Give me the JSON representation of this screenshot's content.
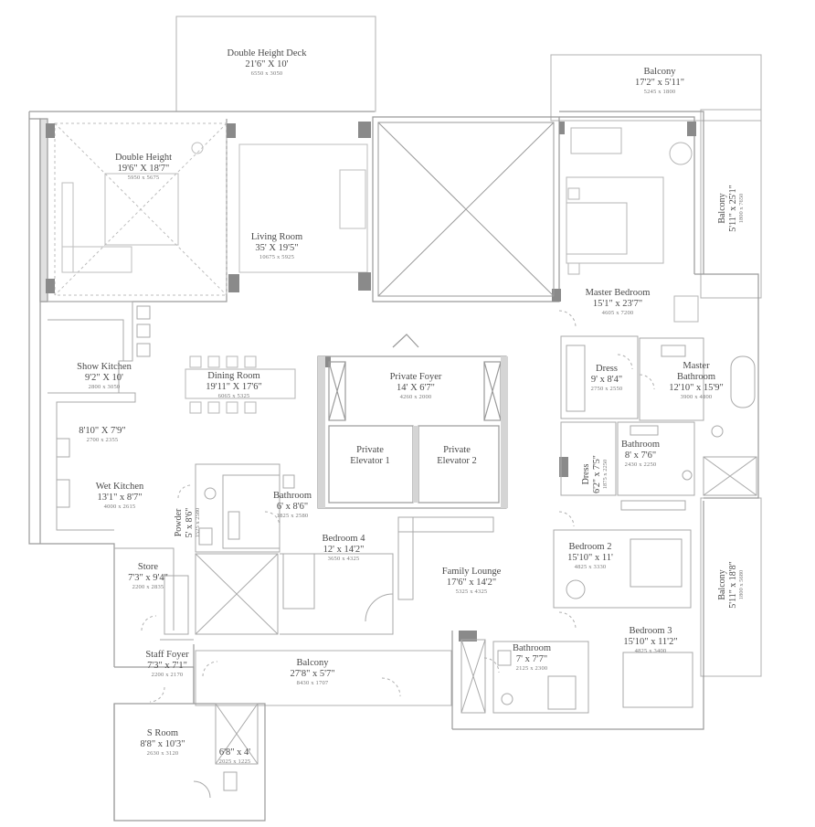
{
  "rooms": {
    "double_height_deck": {
      "name": "Double Height Deck",
      "dim": "21'6\" X 10'",
      "mm": "6550 x 3050"
    },
    "balcony_top": {
      "name": "Balcony",
      "dim": "17'2\" x 5'11\"",
      "mm": "5245 x 1800"
    },
    "double_height": {
      "name": "Double Height",
      "dim": "19'6\" X 18'7\"",
      "mm": "5950 x 5675"
    },
    "living_room": {
      "name": "Living Room",
      "dim": "35' X 19'5\"",
      "mm": "10675 x 5925"
    },
    "balcony_right_top": {
      "name": "Balcony",
      "dim": "5'11\" x 25'1\"",
      "mm": "1800 x 7650"
    },
    "master_bedroom": {
      "name": "Master Bedroom",
      "dim": "15'1\" x 23'7\"",
      "mm": "4605 x 7200"
    },
    "show_kitchen": {
      "name": "Show Kitchen",
      "dim": "9'2\" X 10'",
      "mm": "2800 x 3050"
    },
    "dining_room": {
      "name": "Dining Room",
      "dim": "19'11\" X 17'6\"",
      "mm": "6065 x 5325"
    },
    "private_foyer": {
      "name": "Private Foyer",
      "dim": "14' X 6'7\"",
      "mm": "4260 x 2000"
    },
    "dress_master": {
      "name": "Dress",
      "dim": "9' x 8'4\"",
      "mm": "2750 x 2550"
    },
    "master_bathroom": {
      "name": "Master Bathroom",
      "dim": "12'10\" x 15'9\"",
      "mm": "3900 x 4800"
    },
    "utility": {
      "name": "",
      "dim": "8'10\" X 7'9\"",
      "mm": "2700 x 2355"
    },
    "private_elevator_1": {
      "name": "Private Elevator 1"
    },
    "private_elevator_2": {
      "name": "Private Elevator 2"
    },
    "dress_2": {
      "name": "Dress",
      "dim": "6'2\" x 7'5\"",
      "mm": "1875 x 2250"
    },
    "bathroom_2": {
      "name": "Bathroom",
      "dim": "8' x 7'6\"",
      "mm": "2430 x 2250"
    },
    "wet_kitchen": {
      "name": "Wet Kitchen",
      "dim": "13'1\" x 8'7\"",
      "mm": "4000 x 2615"
    },
    "powder": {
      "name": "Powder",
      "dim": "5' x 8'6\"",
      "mm": "1525 x 2580"
    },
    "bathroom_4": {
      "name": "Bathroom",
      "dim": "6' x 8'6\"",
      "mm": "1825 x 2580"
    },
    "bedroom_4": {
      "name": "Bedroom 4",
      "dim": "12' x 14'2\"",
      "mm": "3650 x 4325"
    },
    "bedroom_2": {
      "name": "Bedroom 2",
      "dim": "15'10\" x 11'",
      "mm": "4825 x 3330"
    },
    "store": {
      "name": "Store",
      "dim": "7'3\" x 9'4\"",
      "mm": "2200 x 2835"
    },
    "family_lounge": {
      "name": "Family Lounge",
      "dim": "17'6\" x 14'2\"",
      "mm": "5325 x 4325"
    },
    "balcony_right_bottom": {
      "name": "Balcony",
      "dim": "5'11\" x 18'8\"",
      "mm": "1800 x 5680"
    },
    "bedroom_3": {
      "name": "Bedroom 3",
      "dim": "15'10\" x 11'2\"",
      "mm": "4825 x 3400"
    },
    "bathroom_3": {
      "name": "Bathroom",
      "dim": "7' x 7'7\"",
      "mm": "2125 x 2300"
    },
    "staff_foyer": {
      "name": "Staff Foyer",
      "dim": "7'3\" x 7'1\"",
      "mm": "2200 x 2170"
    },
    "balcony_bottom": {
      "name": "Balcony",
      "dim": "27'8\" x 5'7\"",
      "mm": "8430 x 1707"
    },
    "s_room": {
      "name": "S Room",
      "dim": "8'8\" x 10'3\"",
      "mm": "2630 x 3120"
    },
    "s_bath": {
      "name": "",
      "dim": "6'8\" x 4'",
      "mm": "2025 x 1225"
    }
  },
  "colors": {
    "wall": "#9a9a9a",
    "wall_fill": "#d9d9d9",
    "column": "#8a8a8a",
    "line": "#b5b5b5",
    "text": "#4a4a4a"
  }
}
